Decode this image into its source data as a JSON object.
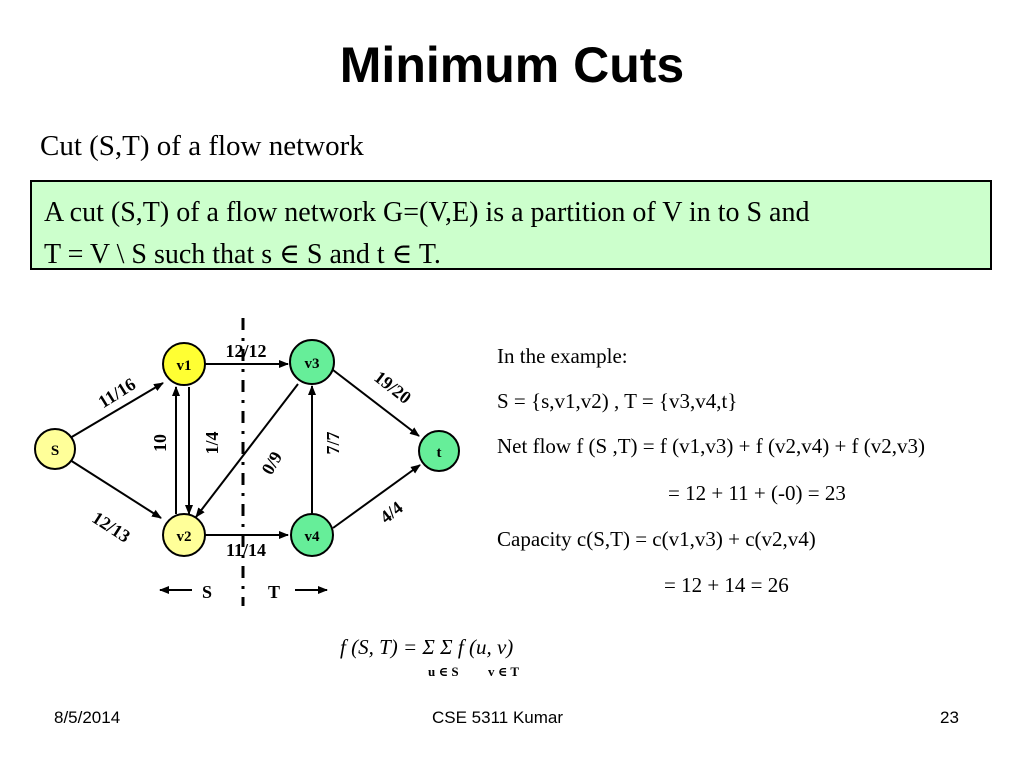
{
  "title": "Minimum Cuts",
  "subtitle": "Cut (S,T) of a flow network",
  "definition": {
    "line1": "A cut (S,T) of a flow network G=(V,E) is a partition of V in to S and",
    "line2": "T = V \\ S such that s ∈ S and t ∈ T."
  },
  "graph": {
    "nodes": [
      {
        "id": "s",
        "label": "S",
        "color": "#ffff99"
      },
      {
        "id": "v1",
        "label": "v1",
        "color": "#ffff33"
      },
      {
        "id": "v2",
        "label": "v2",
        "color": "#ffff99"
      },
      {
        "id": "v3",
        "label": "v3",
        "color": "#66ee99"
      },
      {
        "id": "v4",
        "label": "v4",
        "color": "#66ee99"
      },
      {
        "id": "t",
        "label": "t",
        "color": "#66ee99"
      }
    ],
    "edges": [
      {
        "from": "s",
        "to": "v1",
        "label": "11/16"
      },
      {
        "from": "s",
        "to": "v2",
        "label": "12/13"
      },
      {
        "from": "v1",
        "to": "v3",
        "label": "12/12"
      },
      {
        "from": "v2",
        "to": "v4",
        "label": "11/14"
      },
      {
        "from": "v1",
        "to": "v2",
        "label": "1/4"
      },
      {
        "from": "v2",
        "to": "v1",
        "label": "10"
      },
      {
        "from": "v3",
        "to": "v2",
        "label": "0/9"
      },
      {
        "from": "v4",
        "to": "v3",
        "label": "7/7"
      },
      {
        "from": "v3",
        "to": "t",
        "label": "19/20"
      },
      {
        "from": "v4",
        "to": "t",
        "label": "4/4"
      }
    ],
    "side_s_label": "S",
    "side_t_label": "T"
  },
  "example": {
    "heading": "In the example:",
    "sets": "S = {s,v1,v2) , T = {v3,v4,t}",
    "netflow": "Net flow f (S ,T) = f (v1,v3) + f (v2,v4) + f (v2,v3)",
    "netflow_calc": "=  12 + 11 + (-0) = 23",
    "capacity": "Capacity c(S,T) = c(v1,v3) + c(v2,v4)",
    "capacity_calc": "=   12 + 14 = 26"
  },
  "formula": {
    "main": "f (S, T) =   Σ    Σ   f (u, v)",
    "sub_u": "u ∈ S",
    "sub_v": "v ∈ T"
  },
  "footer": {
    "date": "8/5/2014",
    "course": "CSE 5311   Kumar",
    "page": "23"
  }
}
